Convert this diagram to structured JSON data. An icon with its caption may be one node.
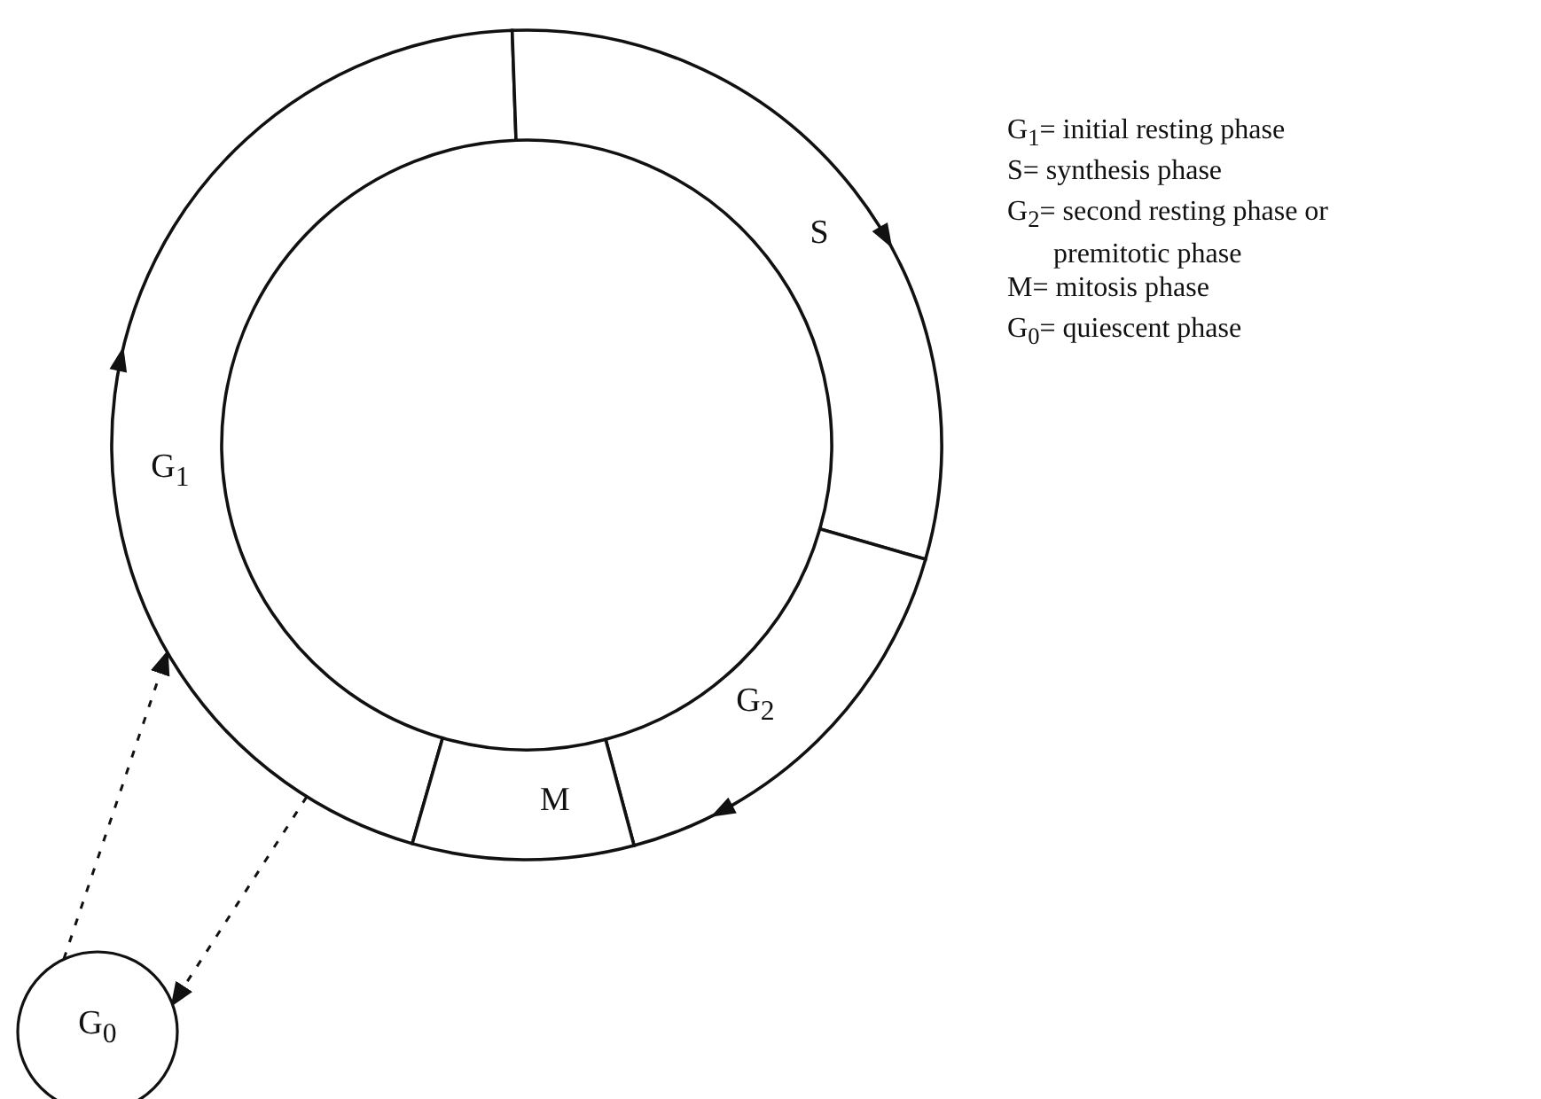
{
  "diagram": {
    "nodes": [
      {
        "text": [
          "G$_{1}$"
        ]
      },
      {
        "text": [
          "S"
        ]
      },
      {
        "text": [
          "G$_{2}$"
        ]
      },
      {
        "text": [
          "M"
        ]
      },
      {
        "text": [
          "G$_{0}$"
        ]
      }
    ],
    "edges": [
      {
        "from": 4,
        "to": 0,
        "arrow": "to",
        "style": "dashed"
      },
      {
        "from": 0,
        "to": 4,
        "arrow": "to",
        "style": "dashed"
      }
    ],
    "labels": [
      "G$_{1}$= initial resting phase",
      "S= synthesis phase",
      "G$_{2}$= second resting phase or premitotic phase",
      "M= mitosis phase",
      "G$_{0}$= quiescent phase"
    ]
  }
}
